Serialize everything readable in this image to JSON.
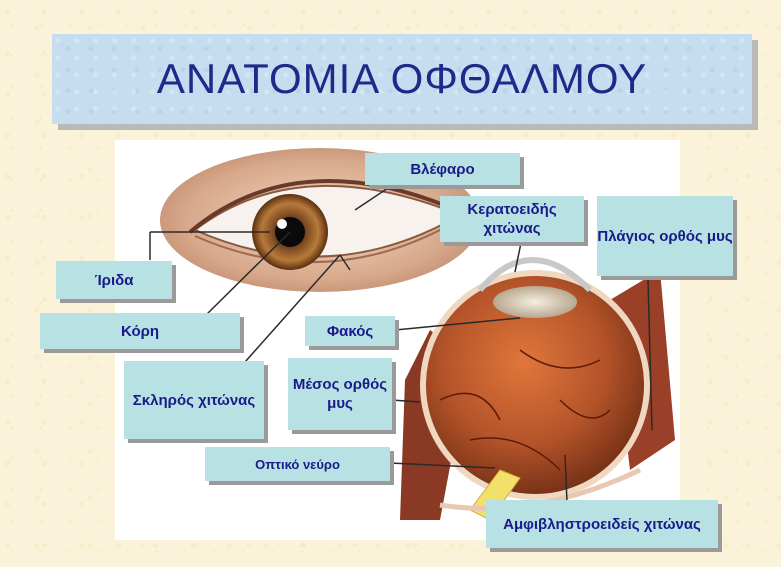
{
  "title": "ΑΝΑΤΟΜΙΑ ΟΦΘΑΛΜΟΥ",
  "labels": {
    "eyelid": "Βλέφαρο",
    "cornea": "Κερατοειδής χιτώνας",
    "lateral_rectus": "Πλάγιος ορθός μυς",
    "iris": "Ίριδα",
    "pupil": "Κόρη",
    "lens": "Φακός",
    "sclera": "Σκληρός χιτώνας",
    "medial_rectus": "Μέσος ορθός μυς",
    "optic_nerve": "Οπτικό νεύρο",
    "retina": "Αμφιβληστροειδείς χιτώνας"
  },
  "colors": {
    "title_text": "#1e2a8a",
    "label_bg": "#b7e1e3",
    "label_text": "#1a1a8a",
    "eyeball": "#b5542a",
    "muscle": "#8a3a24"
  }
}
